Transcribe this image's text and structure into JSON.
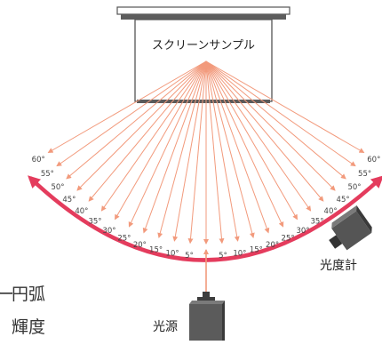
{
  "screen": {
    "label": "スクリーンサンプル"
  },
  "labels": {
    "light_source": "光源",
    "photometer": "光度計",
    "arc_partial": "円弧",
    "luminance_partial": "輝度",
    "dash_partial": "ー"
  },
  "angles_left": [
    "5°",
    "10°",
    "15°",
    "20°",
    "25°",
    "30°",
    "35°",
    "40°",
    "45°",
    "50°",
    "55°",
    "60°"
  ],
  "angles_right": [
    "5°",
    "10°",
    "15°",
    "20°",
    "25°",
    "30°",
    "35°",
    "40°",
    "45°",
    "50°",
    "55°",
    "60°"
  ],
  "colors": {
    "ray": "#f29a7c",
    "arc": "#e43c5d",
    "screen_frame": "#555555",
    "screen_bar": "#6b6b6b",
    "device_body": "#5b5b5b",
    "device_dark": "#3a3a3a"
  }
}
